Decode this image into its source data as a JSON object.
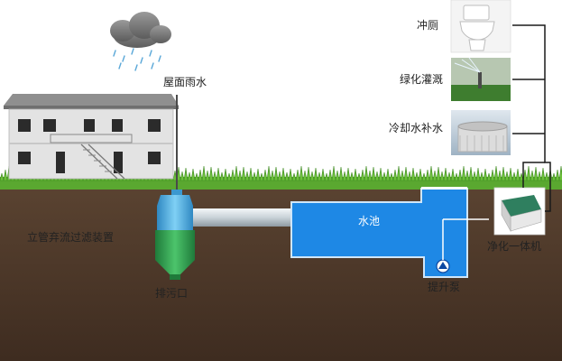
{
  "labels": {
    "roof_rain": "屋面雨水",
    "filter": "立管弃流过滤装置",
    "sewage_outlet": "排污口",
    "pool": "水池",
    "lift_pump": "提升泵",
    "purifier": "净化一体机",
    "toilet": "冲厕",
    "irrigation": "绿化灌溉",
    "cooling": "冷却水补水"
  },
  "colors": {
    "soil": "#4a3526",
    "grass": "#5aa830",
    "pool_water": "#1e88e5",
    "filter_body": "#3fa9e0",
    "filter_band": "#2e9b4d",
    "pipe": "#c9d2d8",
    "house_wall": "#e3e3e3",
    "roof": "#8f8f8f",
    "pipeline": "#1a1a1a"
  },
  "icons": [
    "rain-cloud-icon",
    "house-icon",
    "toilet-icon",
    "sprinkler-icon",
    "cooling-tower-icon",
    "pump-icon",
    "purifier-icon"
  ]
}
